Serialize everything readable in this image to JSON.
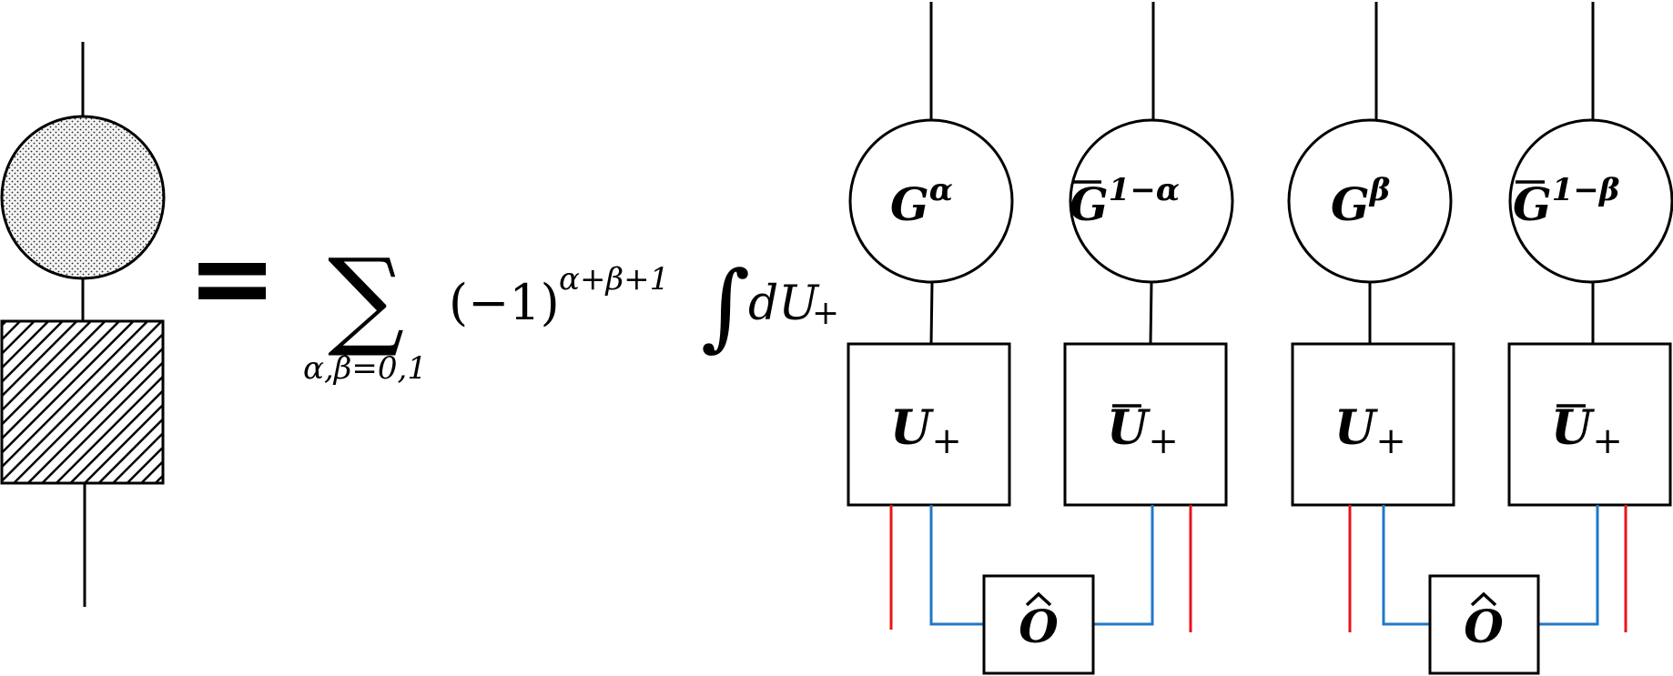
{
  "diagram": {
    "equals_sign": "=",
    "formula": {
      "sum_symbol": "∑",
      "sum_index": "α,β=0,1",
      "sign_base": "(−1)",
      "sign_exponent": "α+β+1",
      "integral_symbol": "∫",
      "measure": "dU",
      "measure_subscript": "+"
    },
    "circles": [
      {
        "base": "G",
        "bar": false,
        "superscript": "α"
      },
      {
        "base": "G",
        "bar": true,
        "superscript": "1−α"
      },
      {
        "base": "G",
        "bar": false,
        "superscript": "β"
      },
      {
        "base": "G",
        "bar": true,
        "superscript": "1−β"
      }
    ],
    "unitaries": [
      {
        "base": "U",
        "bar": false,
        "subscript": "+"
      },
      {
        "base": "U",
        "bar": true,
        "subscript": "+"
      },
      {
        "base": "U",
        "bar": false,
        "subscript": "+"
      },
      {
        "base": "U",
        "bar": true,
        "subscript": "+"
      }
    ],
    "operators": [
      {
        "label": "O",
        "hat": true
      },
      {
        "label": "O",
        "hat": true
      }
    ],
    "colors": {
      "stroke": "#000000",
      "red_leg": "#e8141c",
      "blue_leg": "#1f78c8",
      "dot_fill": "#f2f2f2"
    }
  }
}
